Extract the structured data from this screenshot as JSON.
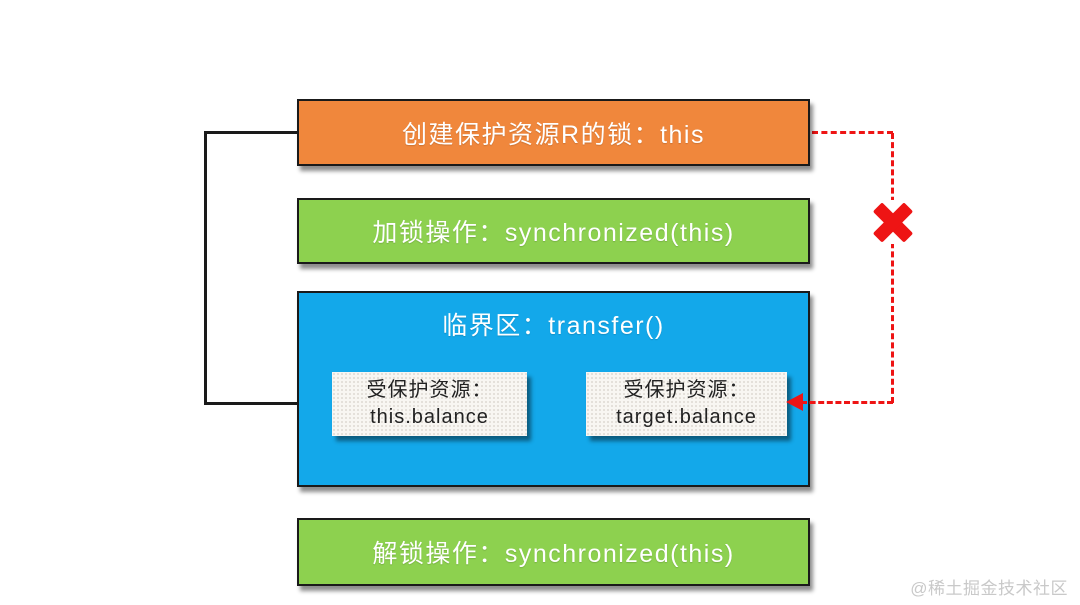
{
  "colors": {
    "create_lock_box": "#F0873C",
    "lock_unlock_box": "#8DD14F",
    "critical_section_box": "#13A8EA",
    "error_red": "#EE1414",
    "connector_black": "#1A1A1A",
    "resource_box_bg": "#F8F6F2",
    "watermark_gray": "#C9C9C9"
  },
  "diagram": {
    "create_lock_box": {
      "label": "创建保护资源R的锁：this"
    },
    "lock_box": {
      "label": "加锁操作：synchronized(this)"
    },
    "critical_section": {
      "title": "临界区：transfer()",
      "resource_left": {
        "line1": "受保护资源：",
        "line2": "this.balance"
      },
      "resource_right": {
        "line1": "受保护资源：",
        "line2": "target.balance"
      }
    },
    "unlock_box": {
      "label": "解锁操作：synchronized(this)"
    }
  },
  "watermark": {
    "text": "@稀土掘金技术社区"
  }
}
